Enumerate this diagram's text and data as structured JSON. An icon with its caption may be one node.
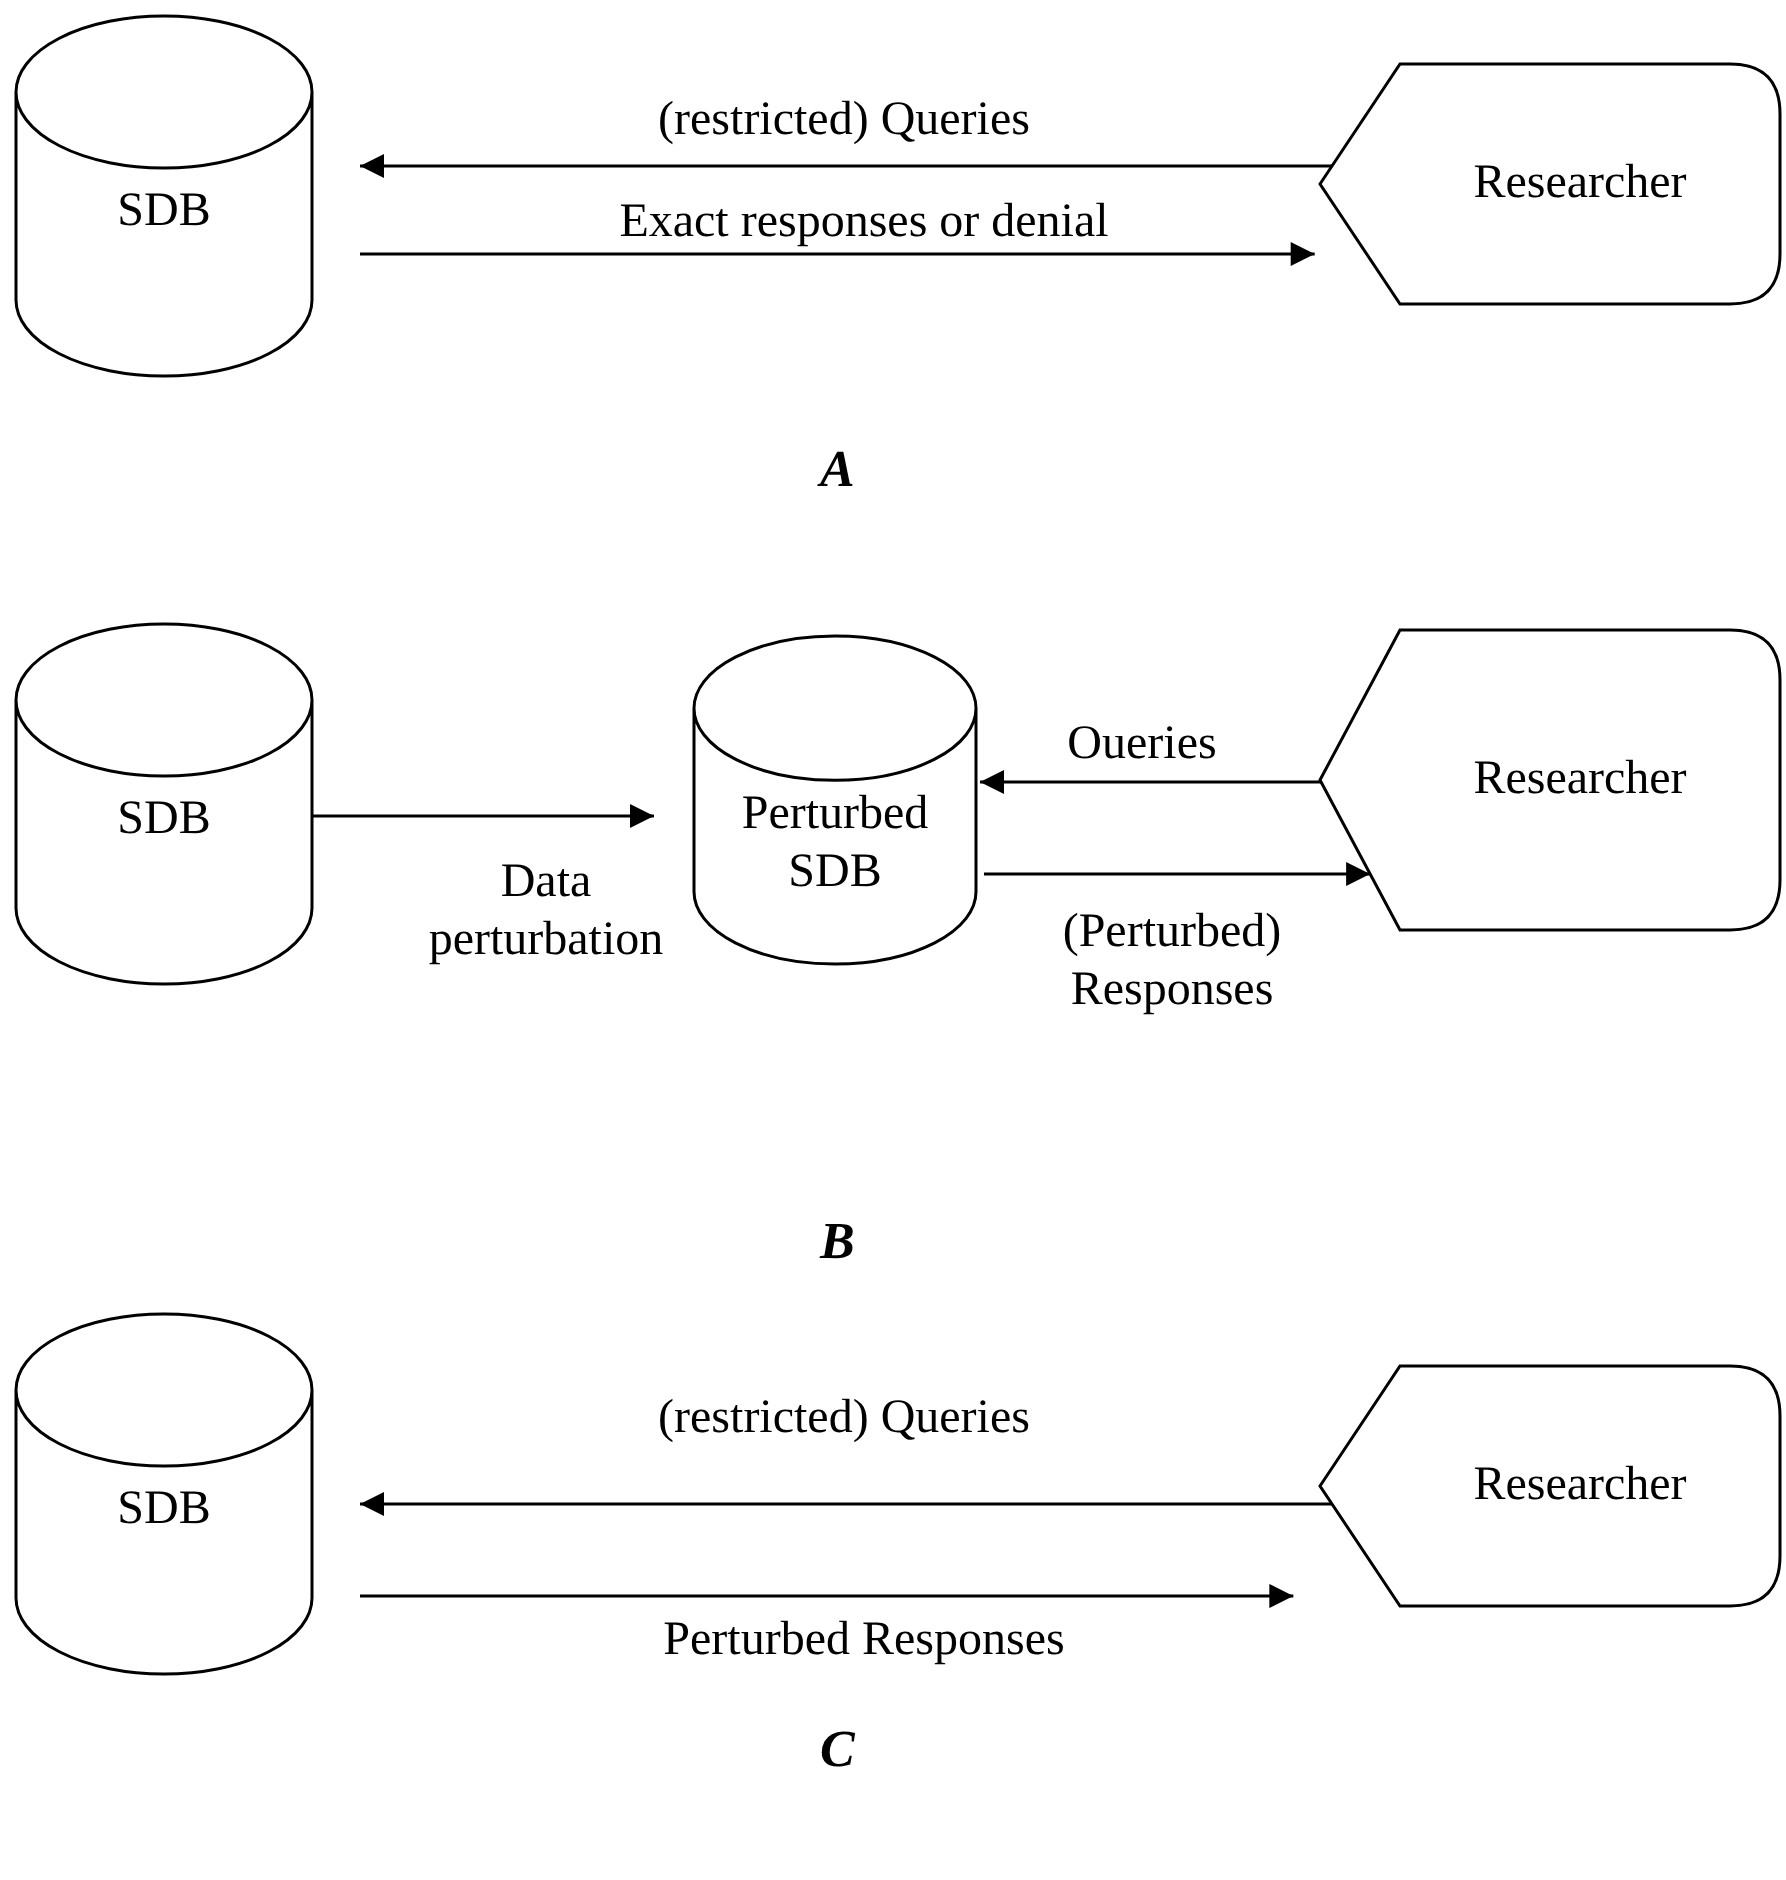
{
  "diagram": {
    "nodes": [
      {
        "text": [
          "SDB"
        ]
      },
      {
        "text": [
          "Researcher"
        ]
      },
      {
        "text": [
          "SDB"
        ]
      },
      {
        "text": [
          "Perturbed SDB"
        ]
      },
      {
        "text": [
          "Researcher"
        ]
      },
      {
        "text": [
          "SDB"
        ]
      },
      {
        "text": [
          "Researcher"
        ]
      }
    ],
    "edges": [
      {
        "from": 1,
        "to": 0,
        "arrow": "to",
        "label": "(restricted) Queries"
      },
      {
        "from": 0,
        "to": 1,
        "arrow": "to",
        "label": "Exact responses or denial"
      },
      {
        "from": 2,
        "to": 3,
        "arrow": "to",
        "label": "Data perturbation"
      },
      {
        "from": 4,
        "to": 3,
        "arrow": "to",
        "label": "Oueries"
      },
      {
        "from": 3,
        "to": 4,
        "arrow": "to",
        "label": "(Perturbed) Responses"
      },
      {
        "from": 6,
        "to": 5,
        "arrow": "to",
        "label": "(restricted) Queries"
      },
      {
        "from": 5,
        "to": 6,
        "arrow": "to",
        "label": "Perturbed Responses"
      }
    ],
    "labels": [
      "A",
      "B",
      "C"
    ]
  }
}
